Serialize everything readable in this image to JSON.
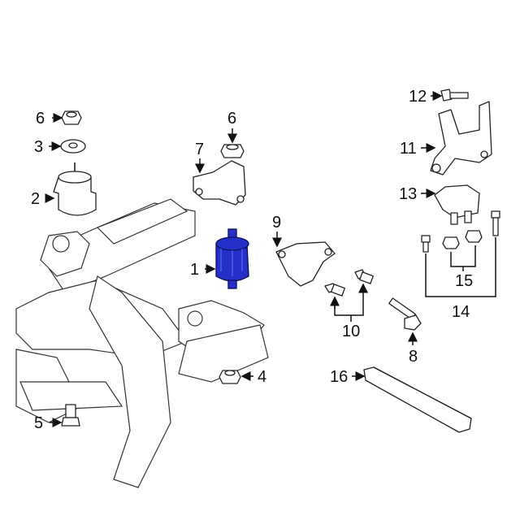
{
  "callouts": [
    {
      "id": "c6a",
      "text": "6"
    },
    {
      "id": "c3",
      "text": "3"
    },
    {
      "id": "c2",
      "text": "2"
    },
    {
      "id": "c7",
      "text": "7"
    },
    {
      "id": "c6b",
      "text": "6"
    },
    {
      "id": "c1",
      "text": "1"
    },
    {
      "id": "c9",
      "text": "9"
    },
    {
      "id": "c10",
      "text": "10"
    },
    {
      "id": "c8",
      "text": "8"
    },
    {
      "id": "c4",
      "text": "4"
    },
    {
      "id": "c5",
      "text": "5"
    },
    {
      "id": "c16",
      "text": "16"
    },
    {
      "id": "c12",
      "text": "12"
    },
    {
      "id": "c11",
      "text": "11"
    },
    {
      "id": "c13",
      "text": "13"
    },
    {
      "id": "c15",
      "text": "15"
    },
    {
      "id": "c14",
      "text": "14"
    }
  ],
  "colors": {
    "highlight": "#2430c8"
  }
}
